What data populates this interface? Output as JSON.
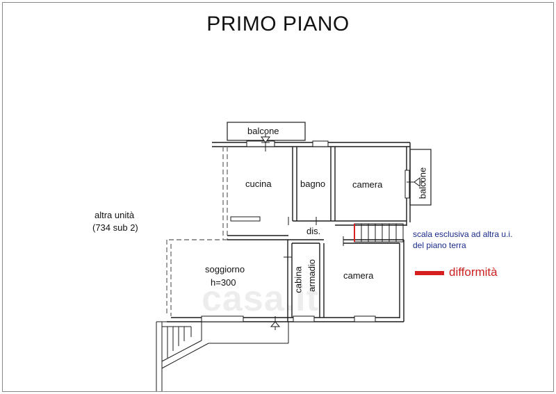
{
  "title": "PRIMO PIANO",
  "rooms": {
    "balcone_top": "balcone",
    "balcone_right": "balcone",
    "cucina": "cucina",
    "bagno": "bagno",
    "camera_top": "camera",
    "dis": "dis.",
    "soggiorno": "soggiorno",
    "soggiorno_height": "h=300",
    "cabina": "cabina",
    "armadio": "armadio",
    "camera_bottom": "camera"
  },
  "notes": {
    "altra_unita_line1": "altra unità",
    "altra_unita_line2": "(734 sub 2)",
    "scala_line1": "scala esclusiva ad altra u.i.",
    "scala_line2": "del piano terra"
  },
  "legend": {
    "label": "difformità",
    "color": "#d61e1e"
  },
  "watermark": "casa.it",
  "colors": {
    "wall": "#1a1a1a",
    "note_text": "#1a2a8a",
    "legend_text": "#cc1f1f"
  }
}
